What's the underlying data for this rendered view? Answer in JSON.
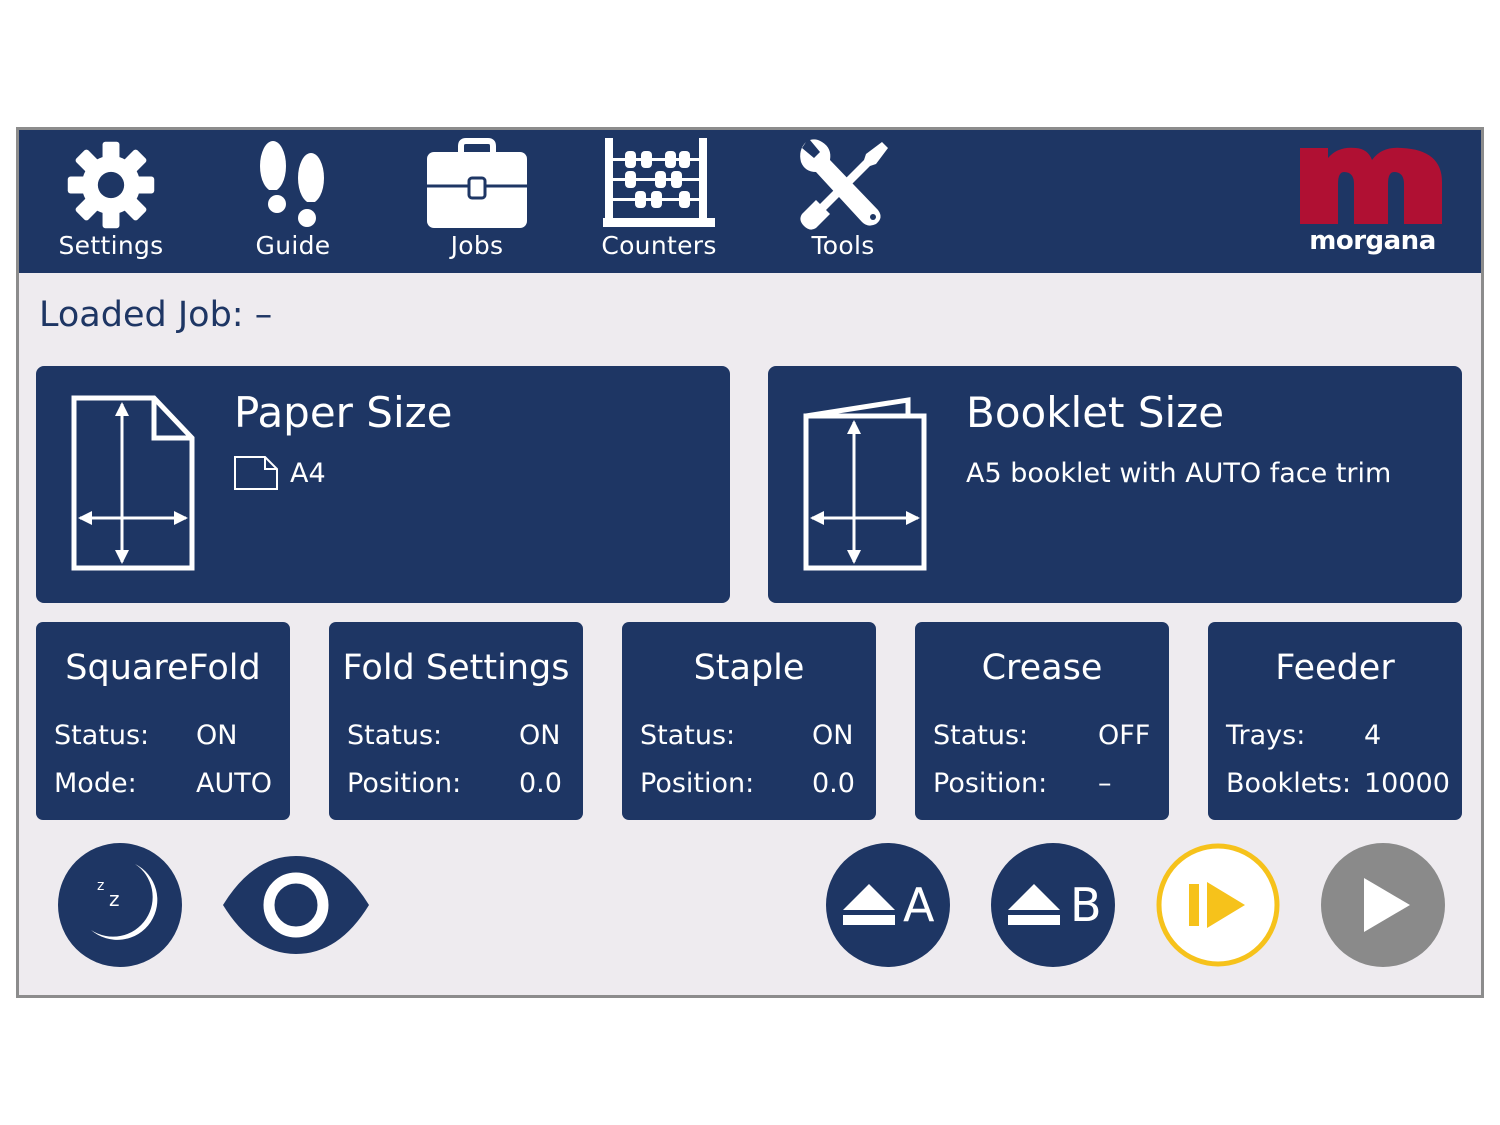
{
  "colors": {
    "panel": "#1e3664",
    "background": "#eeebef",
    "brand_red": "#b01033",
    "resume_yellow": "#f6c21b",
    "start_disabled": "#8a8a8a"
  },
  "nav": {
    "items": [
      {
        "label": "Settings",
        "icon": "gear-icon"
      },
      {
        "label": "Guide",
        "icon": "footprints-icon"
      },
      {
        "label": "Jobs",
        "icon": "briefcase-icon"
      },
      {
        "label": "Counters",
        "icon": "abacus-icon"
      },
      {
        "label": "Tools",
        "icon": "tools-icon"
      }
    ],
    "logo_text": "morgana"
  },
  "loaded_job": {
    "label": "Loaded Job:",
    "value": "–"
  },
  "paper_size": {
    "title": "Paper Size",
    "value": "A4",
    "icon": "paper-dimensions-icon"
  },
  "booklet_size": {
    "title": "Booklet Size",
    "value": "A5 booklet with AUTO face trim",
    "icon": "booklet-dimensions-icon"
  },
  "tiles": {
    "squarefold": {
      "title": "SquareFold",
      "rows": [
        {
          "label": "Status:",
          "value": "ON"
        },
        {
          "label": "Mode:",
          "value": "AUTO"
        }
      ]
    },
    "fold": {
      "title": "Fold Settings",
      "rows": [
        {
          "label": "Status:",
          "value": "ON"
        },
        {
          "label": "Position:",
          "value": "0.0"
        }
      ]
    },
    "staple": {
      "title": "Staple",
      "rows": [
        {
          "label": "Status:",
          "value": "ON"
        },
        {
          "label": "Position:",
          "value": "0.0"
        }
      ]
    },
    "crease": {
      "title": "Crease",
      "rows": [
        {
          "label": "Status:",
          "value": "OFF"
        },
        {
          "label": "Position:",
          "value": "–"
        }
      ]
    },
    "feeder": {
      "title": "Feeder",
      "rows": [
        {
          "label": "Trays:",
          "value": "4"
        },
        {
          "label": "Booklets:",
          "value": "10000"
        }
      ]
    }
  },
  "bottom": {
    "sleep_icon": "sleep-moon-icon",
    "preview_icon": "eye-icon",
    "eject_a_letter": "A",
    "eject_b_letter": "B",
    "resume_icon": "step-play-icon",
    "start_icon": "play-icon"
  }
}
